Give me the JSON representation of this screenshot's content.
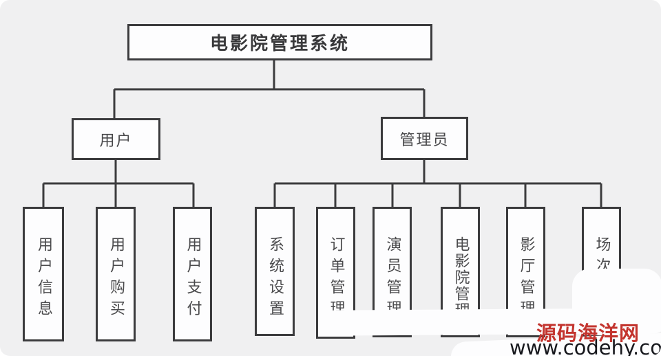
{
  "title_box": {
    "label": "电影院管理系统"
  },
  "level2": {
    "user": {
      "label": "用户"
    },
    "admin": {
      "label": "管理员"
    }
  },
  "user_children": [
    {
      "label": "用户信息"
    },
    {
      "label": "用户购买"
    },
    {
      "label": "用户支付"
    }
  ],
  "admin_children": [
    {
      "label": "系统设置"
    },
    {
      "label": "订单管理"
    },
    {
      "label": "演员管理"
    },
    {
      "label": "电影院管理"
    },
    {
      "label": "影厅管理"
    },
    {
      "label": "场次"
    }
  ],
  "watermark": {
    "site_name": "源码海洋网",
    "site_url": "www.codehy.com"
  },
  "colors": {
    "line": "#3b3b3d",
    "box_fill": "#fdfdfe",
    "canvas_bg": "#f0f0f1",
    "watermark_red": "#c3342e",
    "watermark_dark": "#17181d"
  }
}
